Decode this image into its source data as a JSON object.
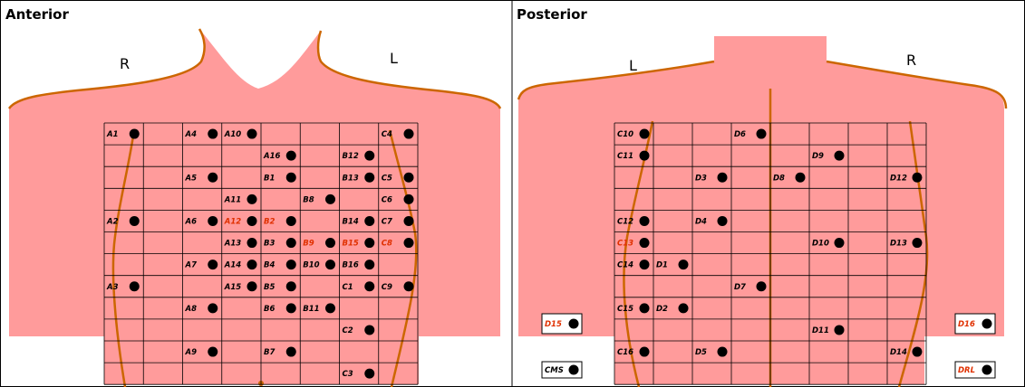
{
  "anterior": {
    "title": "Anterior",
    "side_left": "R",
    "side_right": "L",
    "electrodes": [
      {
        "label": "A1",
        "row": 0,
        "col": 0
      },
      {
        "label": "A4",
        "row": 0,
        "col": 2
      },
      {
        "label": "A10",
        "row": 0,
        "col": 3
      },
      {
        "label": "C4",
        "row": 0,
        "col": 7
      },
      {
        "label": "A16",
        "row": 1,
        "col": 4
      },
      {
        "label": "B12",
        "row": 1,
        "col": 6
      },
      {
        "label": "A5",
        "row": 2,
        "col": 2
      },
      {
        "label": "B1",
        "row": 2,
        "col": 4
      },
      {
        "label": "B13",
        "row": 2,
        "col": 6
      },
      {
        "label": "C5",
        "row": 2,
        "col": 7
      },
      {
        "label": "A11",
        "row": 3,
        "col": 3
      },
      {
        "label": "B8",
        "row": 3,
        "col": 5
      },
      {
        "label": "C6",
        "row": 3,
        "col": 7
      },
      {
        "label": "A2",
        "row": 4,
        "col": 0
      },
      {
        "label": "A6",
        "row": 4,
        "col": 2
      },
      {
        "label": "A12",
        "row": 4,
        "col": 3,
        "highlight": true
      },
      {
        "label": "B2",
        "row": 4,
        "col": 4,
        "highlight": true
      },
      {
        "label": "B14",
        "row": 4,
        "col": 6
      },
      {
        "label": "C7",
        "row": 4,
        "col": 7
      },
      {
        "label": "A13",
        "row": 5,
        "col": 3
      },
      {
        "label": "B3",
        "row": 5,
        "col": 4
      },
      {
        "label": "B9",
        "row": 5,
        "col": 5,
        "highlight": true
      },
      {
        "label": "B15",
        "row": 5,
        "col": 6,
        "highlight": true
      },
      {
        "label": "C8",
        "row": 5,
        "col": 7,
        "highlight": true
      },
      {
        "label": "A7",
        "row": 6,
        "col": 2
      },
      {
        "label": "A14",
        "row": 6,
        "col": 3
      },
      {
        "label": "B4",
        "row": 6,
        "col": 4
      },
      {
        "label": "B10",
        "row": 6,
        "col": 5
      },
      {
        "label": "B16",
        "row": 6,
        "col": 6
      },
      {
        "label": "A3",
        "row": 7,
        "col": 0
      },
      {
        "label": "A15",
        "row": 7,
        "col": 3
      },
      {
        "label": "B5",
        "row": 7,
        "col": 4
      },
      {
        "label": "C1",
        "row": 7,
        "col": 6
      },
      {
        "label": "C9",
        "row": 7,
        "col": 7
      },
      {
        "label": "A8",
        "row": 8,
        "col": 2
      },
      {
        "label": "B6",
        "row": 8,
        "col": 4
      },
      {
        "label": "B11",
        "row": 8,
        "col": 5
      },
      {
        "label": "C2",
        "row": 9,
        "col": 6
      },
      {
        "label": "A9",
        "row": 10,
        "col": 2
      },
      {
        "label": "B7",
        "row": 10,
        "col": 4
      },
      {
        "label": "C3",
        "row": 11,
        "col": 6
      }
    ]
  },
  "posterior": {
    "title": "Posterior",
    "side_left": "L",
    "side_right": "R",
    "electrodes": [
      {
        "label": "C10",
        "row": 0,
        "col": 0
      },
      {
        "label": "D6",
        "row": 0,
        "col": 3
      },
      {
        "label": "C11",
        "row": 1,
        "col": 0
      },
      {
        "label": "D9",
        "row": 1,
        "col": 5
      },
      {
        "label": "D3",
        "row": 2,
        "col": 2
      },
      {
        "label": "D8",
        "row": 2,
        "col": 4
      },
      {
        "label": "D12",
        "row": 2,
        "col": 7
      },
      {
        "label": "C12",
        "row": 4,
        "col": 0
      },
      {
        "label": "D4",
        "row": 4,
        "col": 2
      },
      {
        "label": "C13",
        "row": 5,
        "col": 0,
        "highlight": true
      },
      {
        "label": "D10",
        "row": 5,
        "col": 5
      },
      {
        "label": "D13",
        "row": 5,
        "col": 7
      },
      {
        "label": "C14",
        "row": 6,
        "col": 0
      },
      {
        "label": "D1",
        "row": 6,
        "col": 1
      },
      {
        "label": "D7",
        "row": 7,
        "col": 3
      },
      {
        "label": "C15",
        "row": 8,
        "col": 0
      },
      {
        "label": "D2",
        "row": 8,
        "col": 1
      },
      {
        "label": "D11",
        "row": 9,
        "col": 5
      },
      {
        "label": "C16",
        "row": 10,
        "col": 0
      },
      {
        "label": "D5",
        "row": 10,
        "col": 2
      },
      {
        "label": "D14",
        "row": 10,
        "col": 7
      }
    ],
    "side_electrodes": [
      {
        "label": "D15",
        "highlight": true
      },
      {
        "label": "D16",
        "highlight": true
      },
      {
        "label": "CMS"
      },
      {
        "label": "DRL",
        "highlight": true
      }
    ]
  },
  "colors": {
    "skin": "#ff9b9b",
    "outline": "#cc6600",
    "grid": "#000000",
    "label": "#000000",
    "highlight": "#e03000",
    "dot": "#000000"
  }
}
